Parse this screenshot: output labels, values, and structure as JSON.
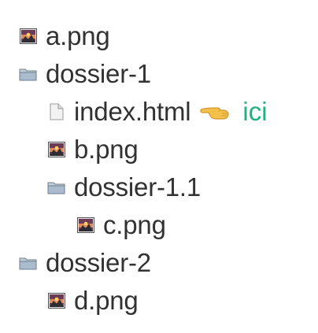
{
  "colors": {
    "text": "#323232",
    "note": "#22b07d",
    "folder": "#a8b8c7",
    "image_sky": "#d97a5a",
    "image_mountain": "#2d2d33",
    "file": "#dcdcdc"
  },
  "tree": [
    {
      "label": "a.png",
      "icon": "image-icon"
    },
    {
      "label": "dossier-1",
      "icon": "folder-icon"
    },
    {
      "label": "index.html",
      "icon": "file-icon",
      "note": "ici",
      "pointer": "hand-pointing-left-icon"
    },
    {
      "label": "b.png",
      "icon": "image-icon"
    },
    {
      "label": "dossier-1.1",
      "icon": "folder-icon"
    },
    {
      "label": "c.png",
      "icon": "image-icon"
    },
    {
      "label": "dossier-2",
      "icon": "folder-icon"
    },
    {
      "label": "d.png",
      "icon": "image-icon"
    }
  ]
}
